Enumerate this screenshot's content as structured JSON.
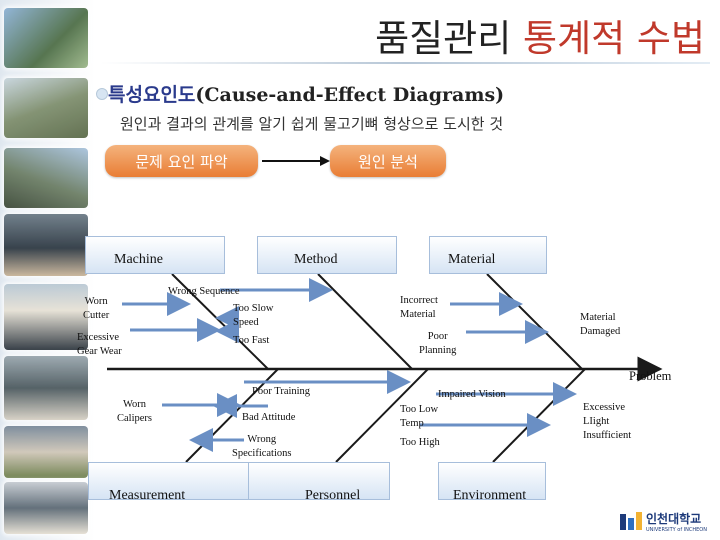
{
  "title": {
    "main": "품질관리",
    "accent": "통계적 수법"
  },
  "heading": {
    "ko": "특성요인도",
    "en": "(Cause-and-Effect Diagrams)"
  },
  "description": "원인과 결과의 관계를 알기 쉽게 물고기뼈 형상으로 도시한 것",
  "flow": {
    "left": "문제 요인 파악",
    "right": "원인 분석"
  },
  "categories": {
    "machine": "Machine",
    "method": "Method",
    "material": "Material",
    "measurement": "Measurement",
    "personnel": "Personnel",
    "environment": "Environment"
  },
  "causes": {
    "worn_cutter": "Worn\nCutter",
    "excessive_gear_wear": "Excessive\nGear Wear",
    "wrong_sequence": "Wrong Sequence",
    "too_slow_speed": "Too Slow\nSpeed",
    "too_fast": "Too Fast",
    "incorrect_material": "Incorrect\nMaterial",
    "poor_planning": "Poor\nPlanning",
    "material_damaged": "Material\nDamaged",
    "worn_calipers": "Worn\nCalipers",
    "poor_training": "Poor Training",
    "bad_attitude": "Bad Attitude",
    "wrong_specifications": "Wrong\nSpecifications",
    "impaired_vision": "Impaired Vision",
    "too_low_temp": "Too Low\nTemp",
    "too_high": "Too High",
    "excessive_light_insufficient": "Excessive\nLIight\nInsufficient"
  },
  "effect": "Problem",
  "logo": {
    "name": "인천대학교",
    "sub": "UNIVERSITY of INCHEON"
  },
  "colors": {
    "accent": "#c0392b",
    "spine": "#1a1a1a",
    "arrow": "#6a8fc4",
    "pill": "#ee8a45"
  }
}
